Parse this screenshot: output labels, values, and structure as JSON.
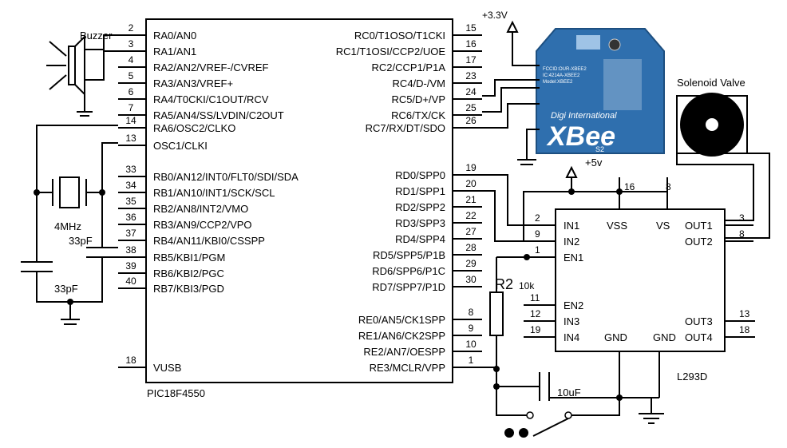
{
  "mcu": {
    "name": "PIC18F4550",
    "left_pins": [
      {
        "num": "2",
        "label": "RA0/AN0"
      },
      {
        "num": "3",
        "label": "RA1/AN1"
      },
      {
        "num": "4",
        "label": "RA2/AN2/VREF-/CVREF"
      },
      {
        "num": "5",
        "label": "RA3/AN3/VREF+"
      },
      {
        "num": "6",
        "label": "RA4/T0CKI/C1OUT/RCV"
      },
      {
        "num": "7",
        "label": "RA5/AN4/SS/LVDIN/C2OUT"
      },
      {
        "num": "14",
        "label": "RA6/OSC2/CLKO"
      },
      {
        "num": "13",
        "label": "OSC1/CLKI"
      },
      {
        "num": "33",
        "label": "RB0/AN12/INT0/FLT0/SDI/SDA"
      },
      {
        "num": "34",
        "label": "RB1/AN10/INT1/SCK/SCL"
      },
      {
        "num": "35",
        "label": "RB2/AN8/INT2/VMO"
      },
      {
        "num": "36",
        "label": "RB3/AN9/CCP2/VPO"
      },
      {
        "num": "37",
        "label": "RB4/AN11/KBI0/CSSPP"
      },
      {
        "num": "38",
        "label": "RB5/KBI1/PGM"
      },
      {
        "num": "39",
        "label": "RB6/KBI2/PGC"
      },
      {
        "num": "40",
        "label": "RB7/KBI3/PGD"
      },
      {
        "num": "18",
        "label": "VUSB"
      }
    ],
    "right_pins": [
      {
        "num": "15",
        "label": "RC0/T1OSO/T1CKI"
      },
      {
        "num": "16",
        "label": "RC1/T1OSI/CCP2/UOE"
      },
      {
        "num": "17",
        "label": "RC2/CCP1/P1A"
      },
      {
        "num": "23",
        "label": "RC4/D-/VM"
      },
      {
        "num": "24",
        "label": "RC5/D+/VP"
      },
      {
        "num": "25",
        "label": "RC6/TX/CK"
      },
      {
        "num": "26",
        "label": "RC7/RX/DT/SDO"
      },
      {
        "num": "19",
        "label": "RD0/SPP0"
      },
      {
        "num": "20",
        "label": "RD1/SPP1"
      },
      {
        "num": "21",
        "label": "RD2/SPP2"
      },
      {
        "num": "22",
        "label": "RD3/SPP3"
      },
      {
        "num": "27",
        "label": "RD4/SPP4"
      },
      {
        "num": "28",
        "label": "RD5/SPP5/P1B"
      },
      {
        "num": "29",
        "label": "RD6/SPP6/P1C"
      },
      {
        "num": "30",
        "label": "RD7/SPP7/P1D"
      },
      {
        "num": "8",
        "label": "RE0/AN5/CK1SPP"
      },
      {
        "num": "9",
        "label": "RE1/AN6/CK2SPP"
      },
      {
        "num": "10",
        "label": "RE2/AN7/OESPP"
      },
      {
        "num": "1",
        "label": "RE3/MCLR/VPP"
      }
    ]
  },
  "driver": {
    "name": "L293D",
    "labels": {
      "in1": "IN1",
      "in2": "IN2",
      "en1": "EN1",
      "en2": "EN2",
      "in3": "IN3",
      "in4": "IN4",
      "vss": "VSS",
      "vs": "VS",
      "out1": "OUT1",
      "out2": "OUT2",
      "out3": "OUT3",
      "out4": "OUT4",
      "gnd1": "GND",
      "gnd2": "GND"
    },
    "pin_numbers": {
      "in1": "2",
      "in2": "9",
      "en1": "1",
      "en2": "11",
      "in3": "12",
      "in4": "19",
      "vss": "16",
      "vs": "8",
      "out1": "3",
      "out2": "8",
      "out3": "13",
      "out4": "18"
    }
  },
  "xbee": {
    "logo_top": "Digi International",
    "logo_main": "XBee",
    "logo_sub": "S2",
    "supply_top": "+3.3V",
    "supply_bottom": "+5v"
  },
  "components": {
    "buzzer": "Buzzer",
    "crystal": "4MHz",
    "cap_upper": "33pF",
    "cap_lower": "33pF",
    "resistor": "R2",
    "resistor_value": "10k",
    "cap_reset": "10uF",
    "valve": "Solenoid Valve"
  },
  "colors": {
    "wire": "#000000",
    "xbee_board": "#2f6fae",
    "xbee_text": "#ffffff"
  }
}
